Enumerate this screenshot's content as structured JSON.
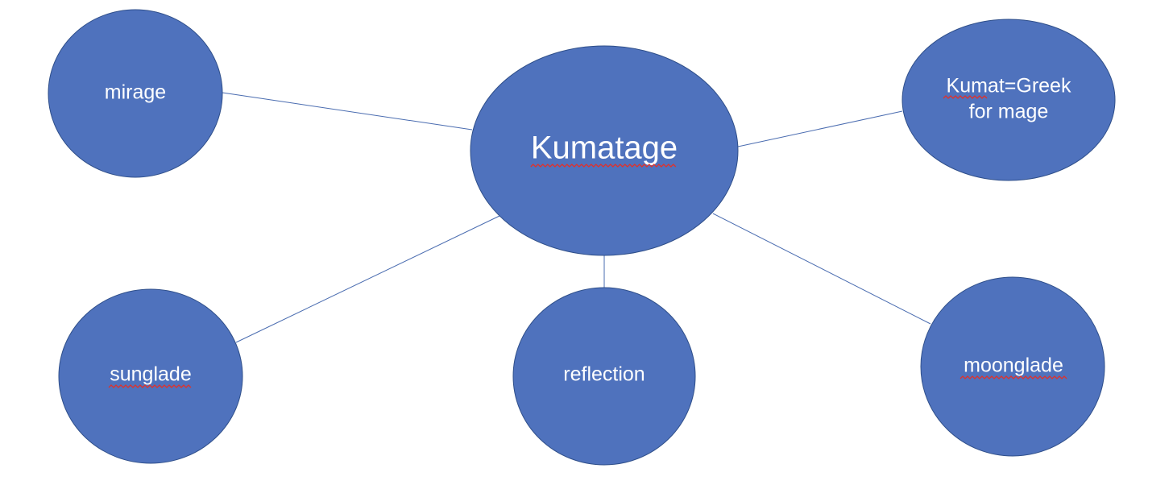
{
  "diagram": {
    "center": {
      "label": "Kumatage",
      "spellcheck_flag": true
    },
    "nodes": [
      {
        "id": "mirage",
        "lines": [
          "mirage"
        ],
        "spellcheck_flag": false
      },
      {
        "id": "kumat",
        "lines": [
          "Kumat=Greek",
          "for mage"
        ],
        "spellcheck_flag": true
      },
      {
        "id": "sunglade",
        "lines": [
          "sunglade"
        ],
        "spellcheck_flag": true
      },
      {
        "id": "reflection",
        "lines": [
          "reflection"
        ],
        "spellcheck_flag": false
      },
      {
        "id": "moonglade",
        "lines": [
          "moonglade"
        ],
        "spellcheck_flag": true
      }
    ]
  },
  "colors": {
    "node_fill": "#4f72bd",
    "node_stroke": "#2f4f8a",
    "connector": "#4a6cb0",
    "text": "#ffffff",
    "spellcheck_underline": "#e0322b"
  }
}
